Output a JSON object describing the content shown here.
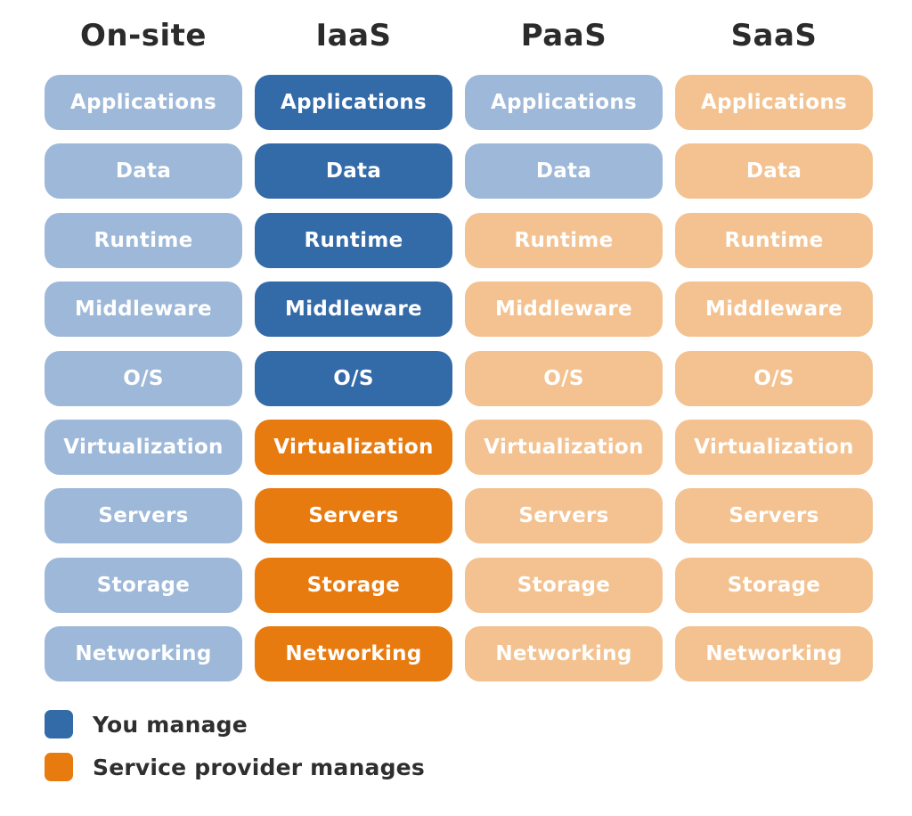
{
  "colors": {
    "you_manage_dark": "#336aa8",
    "provider_manages_dark": "#e87b10",
    "you_manage_light": "#9db8d8",
    "provider_manages_light": "#f3c290"
  },
  "columns": [
    {
      "title": "On-site",
      "cells": [
        {
          "label": "Applications",
          "color": "#9db8d8"
        },
        {
          "label": "Data",
          "color": "#9db8d8"
        },
        {
          "label": "Runtime",
          "color": "#9db8d8"
        },
        {
          "label": "Middleware",
          "color": "#9db8d8"
        },
        {
          "label": "O/S",
          "color": "#9db8d8"
        },
        {
          "label": "Virtualization",
          "color": "#9db8d8"
        },
        {
          "label": "Servers",
          "color": "#9db8d8"
        },
        {
          "label": "Storage",
          "color": "#9db8d8"
        },
        {
          "label": "Networking",
          "color": "#9db8d8"
        }
      ]
    },
    {
      "title": "IaaS",
      "cells": [
        {
          "label": "Applications",
          "color": "#336aa8"
        },
        {
          "label": "Data",
          "color": "#336aa8"
        },
        {
          "label": "Runtime",
          "color": "#336aa8"
        },
        {
          "label": "Middleware",
          "color": "#336aa8"
        },
        {
          "label": "O/S",
          "color": "#336aa8"
        },
        {
          "label": "Virtualization",
          "color": "#e87b10"
        },
        {
          "label": "Servers",
          "color": "#e87b10"
        },
        {
          "label": "Storage",
          "color": "#e87b10"
        },
        {
          "label": "Networking",
          "color": "#e87b10"
        }
      ]
    },
    {
      "title": "PaaS",
      "cells": [
        {
          "label": "Applications",
          "color": "#9db8d8"
        },
        {
          "label": "Data",
          "color": "#9db8d8"
        },
        {
          "label": "Runtime",
          "color": "#f3c290"
        },
        {
          "label": "Middleware",
          "color": "#f3c290"
        },
        {
          "label": "O/S",
          "color": "#f3c290"
        },
        {
          "label": "Virtualization",
          "color": "#f3c290"
        },
        {
          "label": "Servers",
          "color": "#f3c290"
        },
        {
          "label": "Storage",
          "color": "#f3c290"
        },
        {
          "label": "Networking",
          "color": "#f3c290"
        }
      ]
    },
    {
      "title": "SaaS",
      "cells": [
        {
          "label": "Applications",
          "color": "#f3c290"
        },
        {
          "label": "Data",
          "color": "#f3c290"
        },
        {
          "label": "Runtime",
          "color": "#f3c290"
        },
        {
          "label": "Middleware",
          "color": "#f3c290"
        },
        {
          "label": "O/S",
          "color": "#f3c290"
        },
        {
          "label": "Virtualization",
          "color": "#f3c290"
        },
        {
          "label": "Servers",
          "color": "#f3c290"
        },
        {
          "label": "Storage",
          "color": "#f3c290"
        },
        {
          "label": "Networking",
          "color": "#f3c290"
        }
      ]
    }
  ],
  "legend": [
    {
      "label": "You manage",
      "color": "#336aa8"
    },
    {
      "label": "Service provider manages",
      "color": "#e87b10"
    }
  ]
}
